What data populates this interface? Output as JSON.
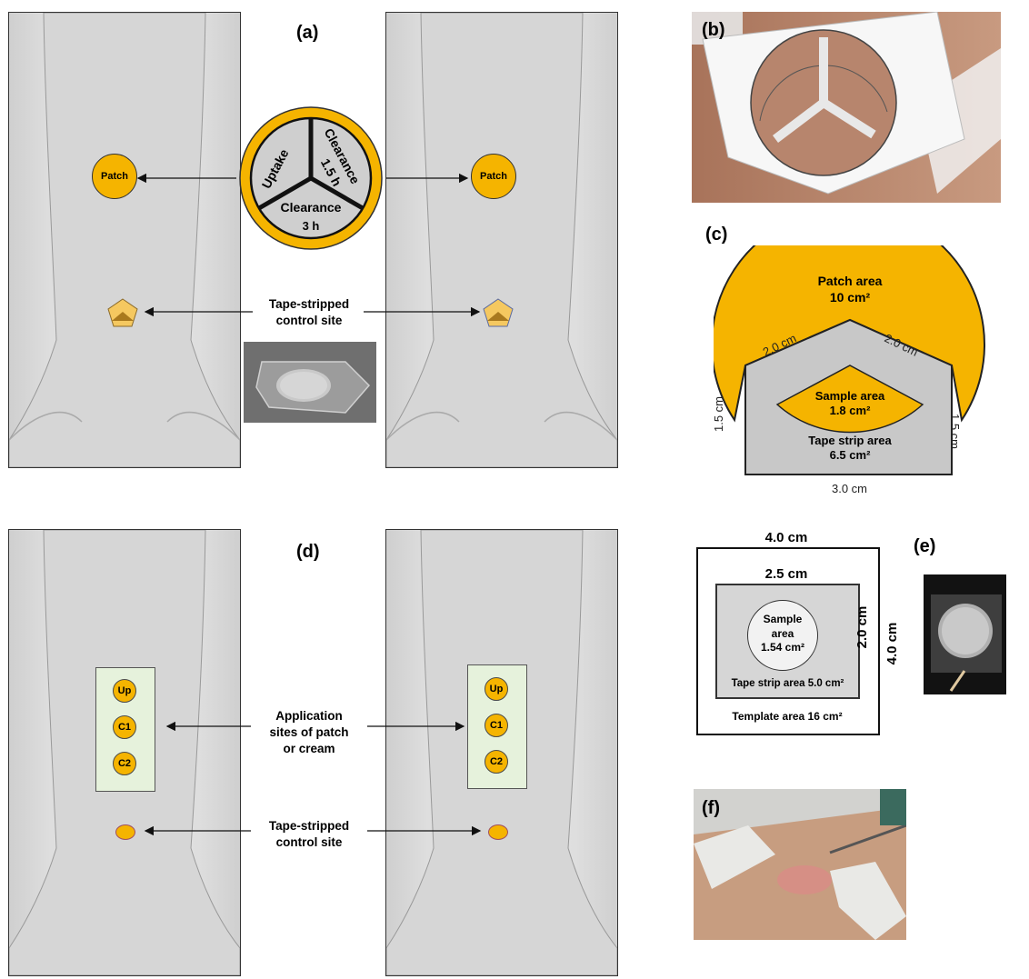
{
  "panels": {
    "a": "(a)",
    "b": "(b)",
    "c": "(c)",
    "d": "(d)",
    "e": "(e)",
    "f": "(f)"
  },
  "panel_a": {
    "patch_label_left": "Patch",
    "patch_label_right": "Patch",
    "segments": {
      "uptake": "Uptake",
      "clearance_1": "Clearance",
      "clearance_1_time": "1.5 h",
      "clearance_2": "Clearance",
      "clearance_2_time": "3 h"
    },
    "control_line1": "Tape-stripped",
    "control_line2": "control site"
  },
  "panel_c": {
    "patch_area": "Patch area",
    "patch_area_value": "10 cm²",
    "edge_left": "2.0 cm",
    "edge_right": "2.0 cm",
    "sample_area": "Sample area",
    "sample_area_value": "1.8 cm²",
    "tape_area": "Tape strip area",
    "tape_area_value": "6.5 cm²",
    "side_left": "1.5 cm",
    "side_right": "1.5 cm",
    "bottom": "3.0 cm"
  },
  "panel_d": {
    "sites_left": [
      "Up",
      "C1",
      "C2"
    ],
    "sites_right": [
      "Up",
      "C1",
      "C2"
    ],
    "app_line1": "Application",
    "app_line2": "sites of patch",
    "app_line3": "or cream",
    "control_line1": "Tape-stripped",
    "control_line2": "control site"
  },
  "panel_e": {
    "outer_width": "4.0 cm",
    "outer_height": "4.0 cm",
    "inner_width": "2.5 cm",
    "inner_height": "2.0 cm",
    "sample_line1": "Sample",
    "sample_line2": "area",
    "sample_value": "1.54 cm²",
    "tape_area": "Tape strip area 5.0 cm²",
    "template_area": "Template area 16 cm²"
  },
  "colors": {
    "patch_orange": "#f5b400",
    "tape_gray": "#c8c8c8",
    "site_box_green": "#e6f2dc",
    "control_site_fill": "#f5c860",
    "control_site_inner": "#a9791e"
  }
}
